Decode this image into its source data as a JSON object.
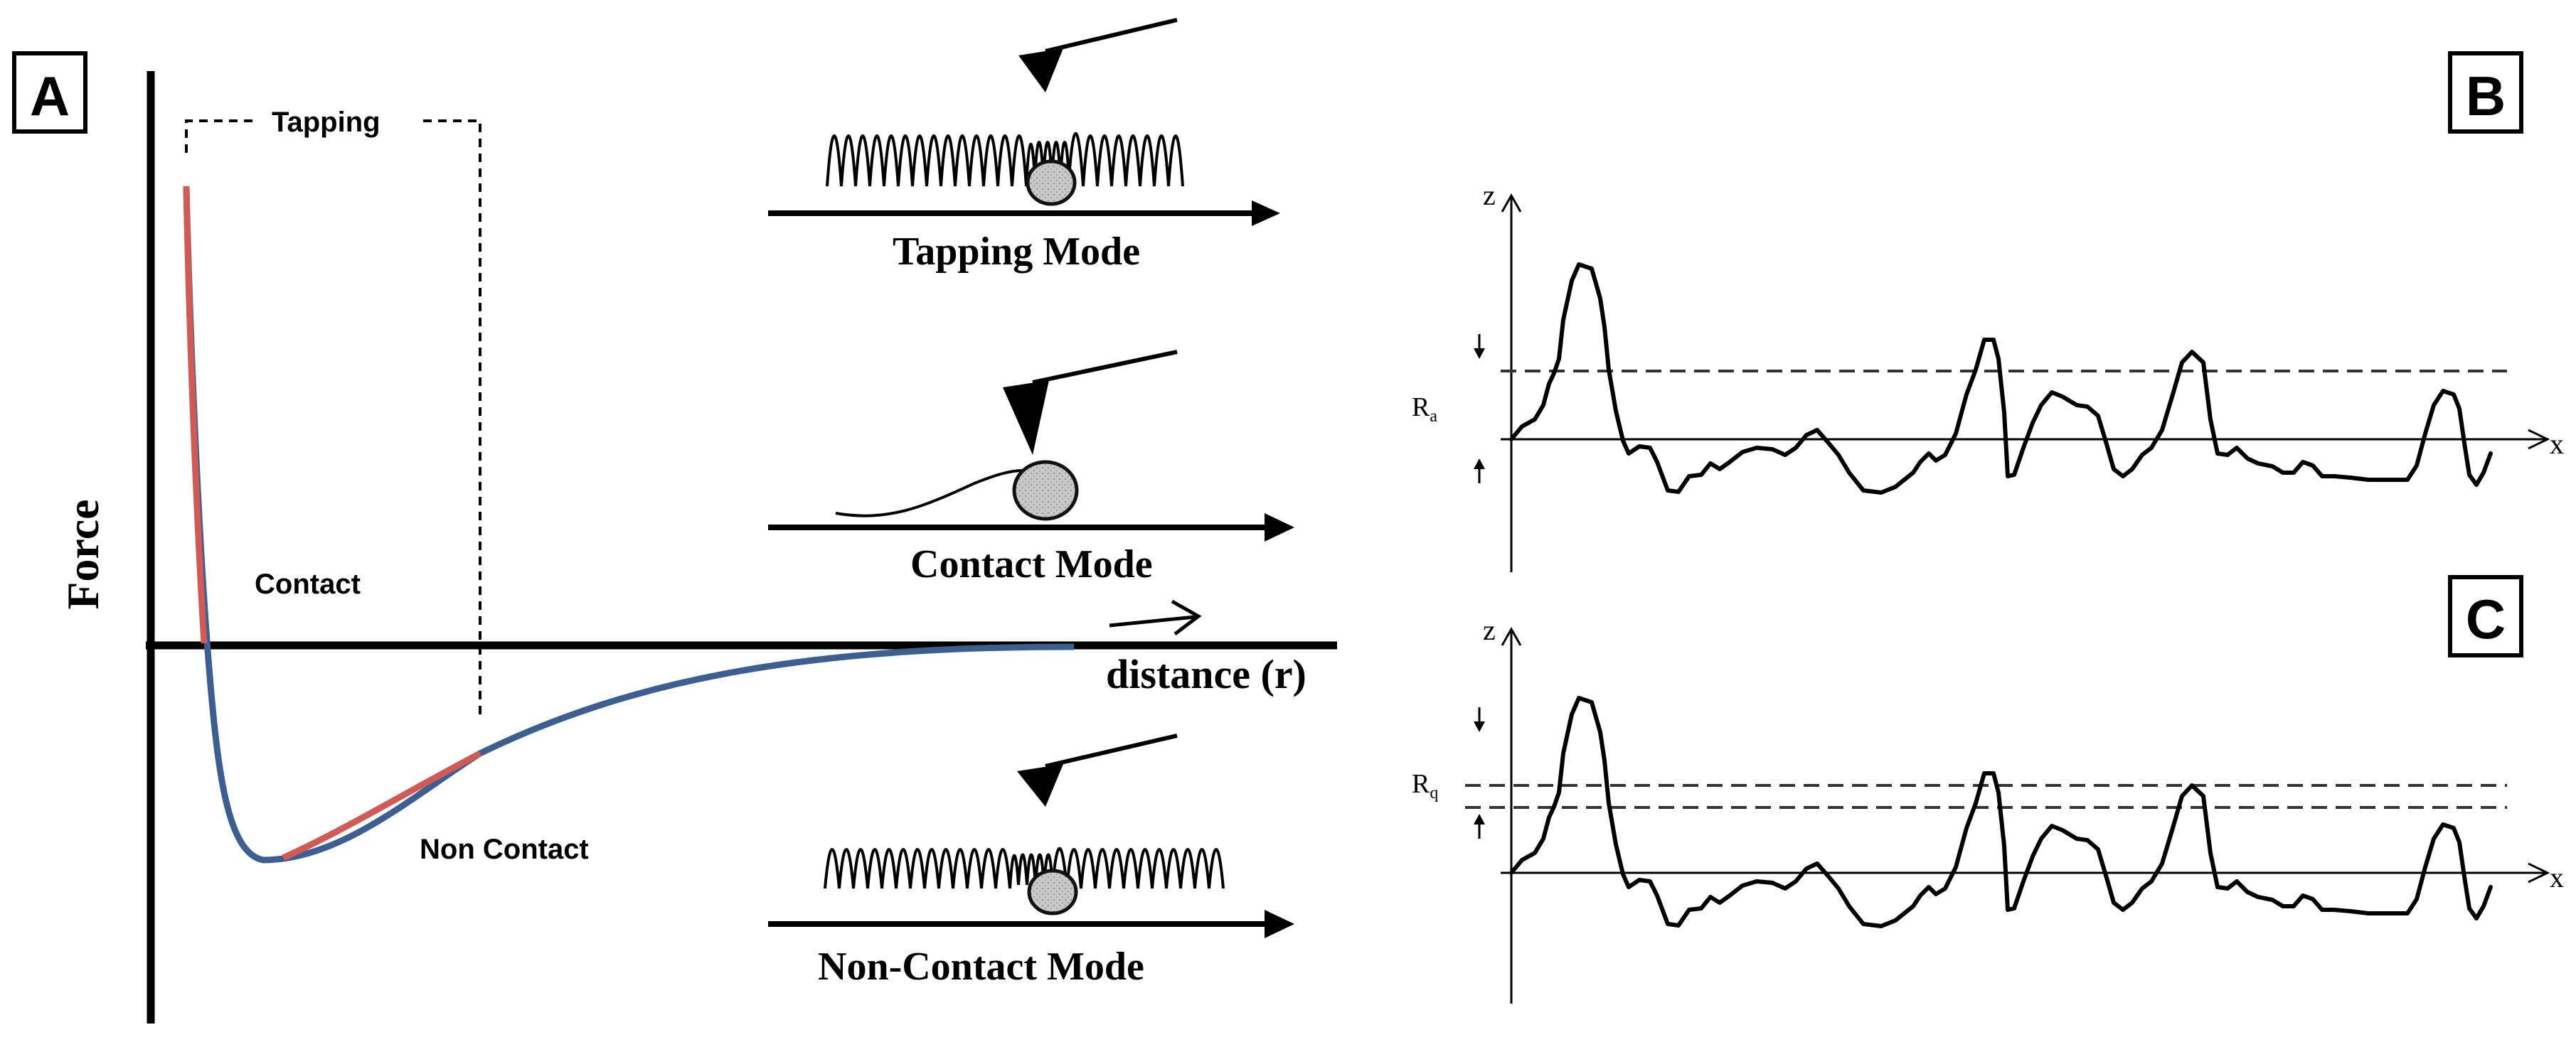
{
  "panels": {
    "a": {
      "letter": "A",
      "y_axis_label": "Force",
      "x_axis_label": "distance (r)",
      "regions": {
        "tapping": "Tapping",
        "contact": "Contact",
        "non_contact": "Non Contact"
      },
      "modes": {
        "tapping": "Tapping  Mode",
        "contact": "Contact Mode",
        "non_contact": "Non-Contact Mode"
      },
      "colors": {
        "curve": "#3c5f8f",
        "highlight": "#d05a55"
      }
    },
    "b": {
      "letter": "B",
      "z_label": "z",
      "x_label": "x",
      "parameter": "R",
      "parameter_subscript": "a"
    },
    "c": {
      "letter": "C",
      "z_label": "z",
      "x_label": "x",
      "parameter": "R",
      "parameter_subscript": "q"
    }
  }
}
